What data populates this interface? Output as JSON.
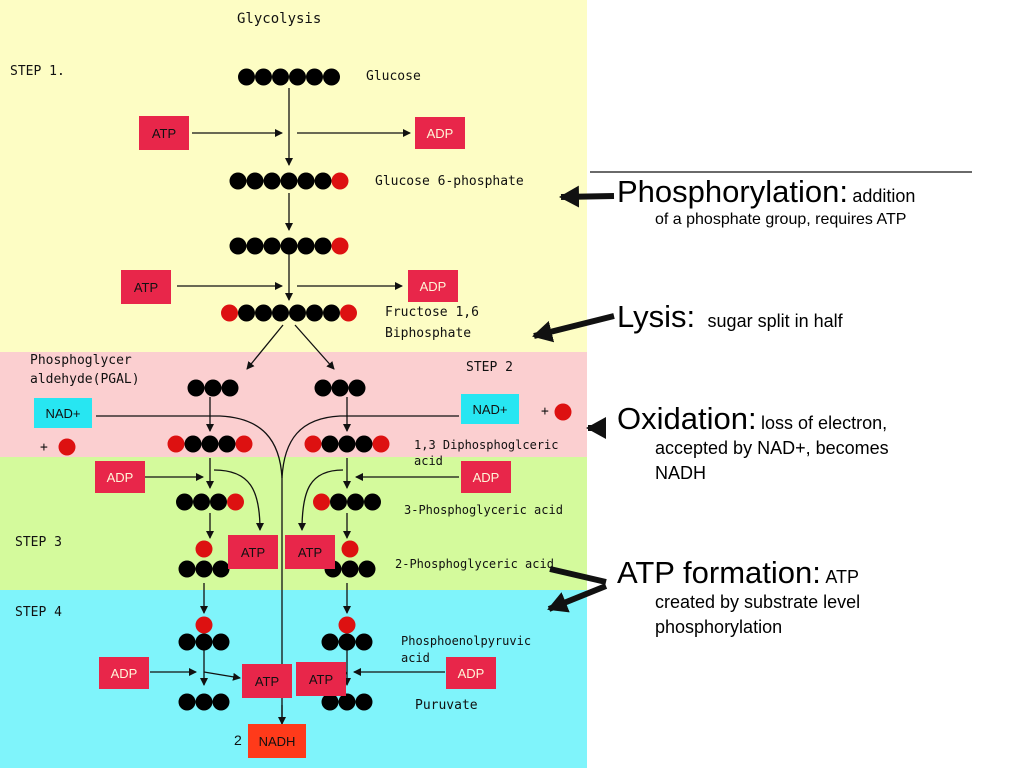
{
  "diagram": {
    "title": "Glycolysis",
    "steps": {
      "step1": "STEP 1.",
      "step2": "STEP 2",
      "step3": "STEP 3",
      "step4": "STEP 4"
    },
    "molecules": {
      "glucose": "Glucose",
      "g6p": "Glucose 6-phosphate",
      "f16bp_line1": "Fructose 1,6",
      "f16bp_line2": "Biphosphate",
      "pgal_line1": "Phosphoglycer",
      "pgal_line2": "aldehyde(PGAL)",
      "dpg_line1": "1,3 Diphosphoglceric",
      "dpg_line2": "acid",
      "pga3": "3-Phosphoglyceric acid",
      "pga2": "2-Phosphoglyceric acid",
      "pep_line1": "Phosphoenolpyruvic",
      "pep_line2": "acid",
      "pyruvate": "Puruvate"
    },
    "boxes": {
      "atp": "ATP",
      "adp": "ADP",
      "nad": "NAD+",
      "nadh": "NADH"
    },
    "plus": "+",
    "nadh_count": "2",
    "colors": {
      "step1_bg": "#fdfdc4",
      "step2_bg": "#fbcfd0",
      "step3_bg": "#d4fa9c",
      "step4_bg": "#7ff4fb",
      "carbon": "#000000",
      "phosphate": "#dd1111",
      "atp_box": "#e8264a",
      "nad_box": "#27e6f2"
    }
  },
  "notes": [
    {
      "term": "Phosphorylation:",
      "desc_inline": "addition",
      "desc_more": "of a phosphate group, requires ATP"
    },
    {
      "term": "Lysis:",
      "desc_inline": "sugar split in half",
      "desc_more": ""
    },
    {
      "term": "Oxidation:",
      "desc_inline": "loss of electron,",
      "desc_more": "accepted by NAD+, becomes",
      "desc_more2": "NADH"
    },
    {
      "term": "ATP formation:",
      "desc_inline": "ATP",
      "desc_more": "created by substrate level",
      "desc_more2": "phosphorylation"
    }
  ]
}
